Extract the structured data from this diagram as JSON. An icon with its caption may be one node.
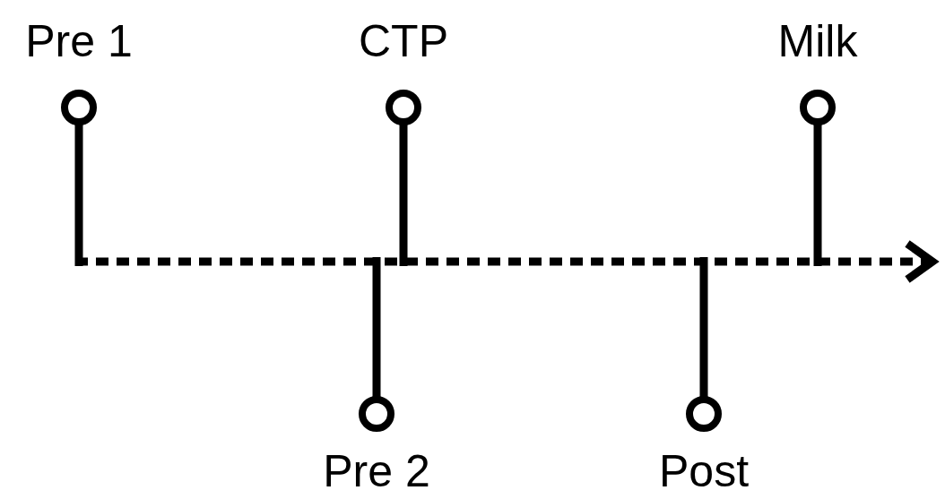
{
  "diagram": {
    "labels": [
      "Pre 1",
      "CTP",
      "Milk",
      "Pre 2",
      "Post"
    ]
  }
}
